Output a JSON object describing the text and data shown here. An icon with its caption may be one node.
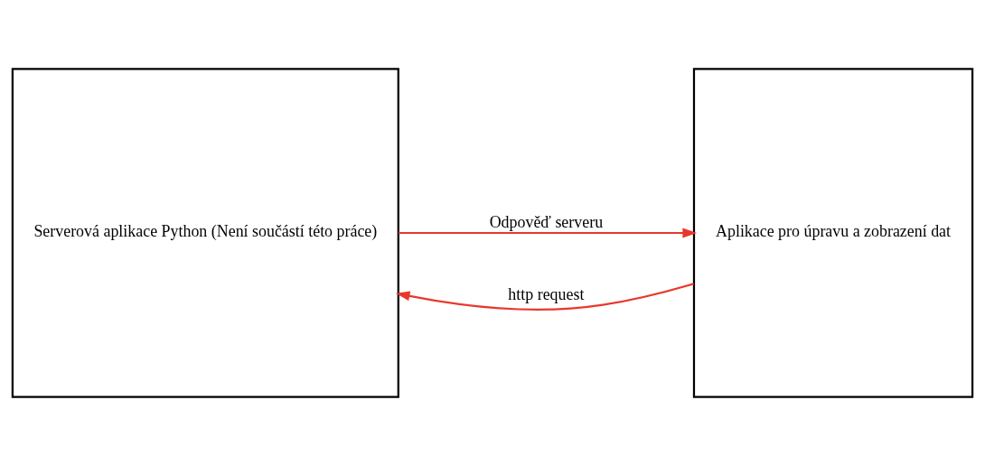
{
  "diagram": {
    "nodes": [
      {
        "text": [
          "Serverová aplikace Python (Není součástí této práce)"
        ]
      },
      {
        "text": [
          "Aplikace pro úpravu a zobrazení dat"
        ]
      }
    ],
    "edges": [
      {
        "from": 1,
        "to": 0,
        "arrow": "to",
        "label": "http request"
      },
      {
        "from": 0,
        "to": 1,
        "arrow": "to",
        "label": "Odpověď serveru"
      }
    ]
  }
}
